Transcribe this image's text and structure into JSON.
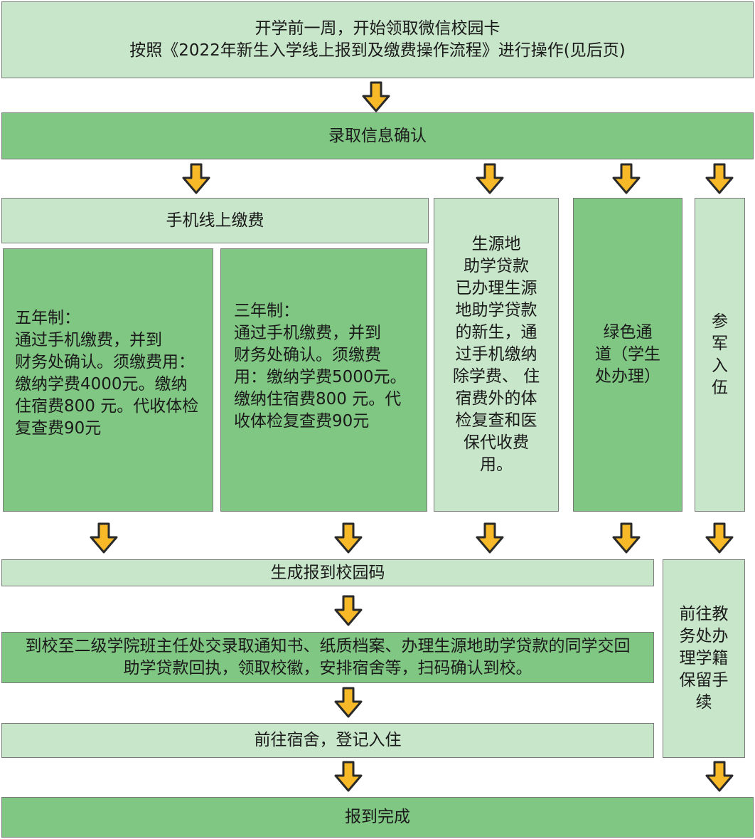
{
  "colors": {
    "light_green": "#c8e6c9",
    "dark_green": "#81c784",
    "arrow": "#f7b928",
    "border": "#7a7a7a"
  },
  "step1": {
    "line1": "开学前一周，开始领取微信校园卡",
    "line2": "按照《2022年新生入学线上报到及缴费操作流程》进行操作(见后页)"
  },
  "step2": {
    "label": "录取信息确认"
  },
  "mobile_pay": {
    "label": "手机线上缴费"
  },
  "five_year": {
    "text": "五年制：\n通过手机缴费，并到\n财务处确认。须缴费用：\n缴纳学费4000元。缴纳\n住宿费800 元。代收体检\n复查费90元"
  },
  "three_year": {
    "text": "三年制：\n 通过手机缴费，并到\n财务处确认。须缴费\n用：缴纳学费5000元。\n缴纳住宿费800 元。代\n收体检复查费90元"
  },
  "student_loan": {
    "text": "生源地\n助学贷款\n已办理生源\n地助学贷款\n的新生，通\n过手机缴纳\n除学费、 住\n宿费外的体\n检复查和医\n保代收费\n用。"
  },
  "green_channel": {
    "text": "绿色通\n道（学生\n处办理）"
  },
  "military": {
    "text": "参\n军\n入\n伍"
  },
  "campus_code": {
    "label": "生成报到校园码"
  },
  "retain_status": {
    "text": "前往教\n务处办\n理学籍\n保留手\n续"
  },
  "report_school": {
    "line1": "到校至二级学院班主任处交录取通知书、纸质档案、办理生源地助学贷款的同学交回",
    "line2": "助学贷款回执，领取校徽，安排宿舍等，扫码确认到校。"
  },
  "dorm": {
    "label": "前往宿舍，登记入住"
  },
  "complete": {
    "label": "报到完成"
  }
}
